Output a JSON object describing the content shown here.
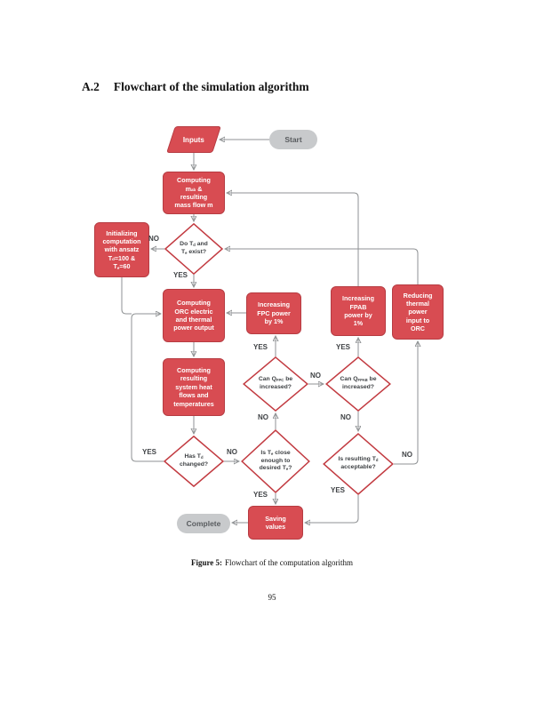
{
  "page": {
    "heading_number": "A.2",
    "heading_title": "Flowchart of the simulation algorithm",
    "caption_label": "Figure 5:",
    "caption_text": "Flowchart of the computation algorithm",
    "page_number": "95"
  },
  "labels": {
    "yes": "YES",
    "no": "NO"
  },
  "colors": {
    "node_red": "#d84c52",
    "node_border": "#b63c42",
    "diamond_border": "#c23b41",
    "terminator_gray": "#c8cacc",
    "connector": "#8f9294",
    "arrowhead": "#3b3e41",
    "label_text": "#3f4245"
  },
  "flowchart": {
    "nodes": {
      "start": {
        "label": "Start"
      },
      "inputs": {
        "label": "Inputs"
      },
      "complete": {
        "label": "Complete"
      },
      "computing_m": {
        "segments": [
          {
            "t": "Computing"
          },
          {
            "br": 1
          },
          {
            "t": "m"
          },
          {
            "s": "ab"
          },
          {
            "t": " &"
          },
          {
            "br": 1
          },
          {
            "t": "resulting"
          },
          {
            "br": 1
          },
          {
            "t": "mass flow m"
          }
        ]
      },
      "do_exist": {
        "segments": [
          {
            "t": "Do T"
          },
          {
            "s": "d"
          },
          {
            "t": " and"
          },
          {
            "br": 1
          },
          {
            "t": "T"
          },
          {
            "s": "e"
          },
          {
            "t": " exist?"
          }
        ]
      },
      "init": {
        "segments": [
          {
            "t": "Initializing"
          },
          {
            "br": 1
          },
          {
            "t": "computation"
          },
          {
            "br": 1
          },
          {
            "t": "with ansatz"
          },
          {
            "br": 1
          },
          {
            "t": "T"
          },
          {
            "s": "d"
          },
          {
            "t": "=100 &"
          },
          {
            "br": 1
          },
          {
            "t": "T"
          },
          {
            "s": "e"
          },
          {
            "t": "=60"
          }
        ]
      },
      "orc": {
        "segments": [
          {
            "t": "Computing"
          },
          {
            "br": 1
          },
          {
            "t": "ORC electric"
          },
          {
            "br": 1
          },
          {
            "t": "and thermal"
          },
          {
            "br": 1
          },
          {
            "t": "power output"
          }
        ]
      },
      "fpc": {
        "segments": [
          {
            "t": "Increasing"
          },
          {
            "br": 1
          },
          {
            "t": "FPC power"
          },
          {
            "br": 1
          },
          {
            "t": "by 1%"
          }
        ]
      },
      "fpab": {
        "segments": [
          {
            "t": "Increasing"
          },
          {
            "br": 1
          },
          {
            "t": "FPAB"
          },
          {
            "br": 1
          },
          {
            "t": "power by"
          },
          {
            "br": 1
          },
          {
            "t": "1%"
          }
        ]
      },
      "reduce": {
        "segments": [
          {
            "t": "Reducing"
          },
          {
            "br": 1
          },
          {
            "t": "thermal"
          },
          {
            "br": 1
          },
          {
            "t": "power"
          },
          {
            "br": 1
          },
          {
            "t": "input to"
          },
          {
            "br": 1
          },
          {
            "t": "ORC"
          }
        ]
      },
      "heat": {
        "segments": [
          {
            "t": "Computing"
          },
          {
            "br": 1
          },
          {
            "t": "resulting"
          },
          {
            "br": 1
          },
          {
            "t": "system heat"
          },
          {
            "br": 1
          },
          {
            "t": "flows and"
          },
          {
            "br": 1
          },
          {
            "t": "temperatures"
          }
        ]
      },
      "qfpc": {
        "segments": [
          {
            "t": "Can Q"
          },
          {
            "s": "FPC"
          },
          {
            "t": " be"
          },
          {
            "br": 1
          },
          {
            "t": "increased?"
          }
        ]
      },
      "qfpab": {
        "segments": [
          {
            "t": "Can Q"
          },
          {
            "s": "FPAB"
          },
          {
            "t": " be"
          },
          {
            "br": 1
          },
          {
            "t": "increased?"
          }
        ]
      },
      "hastd": {
        "segments": [
          {
            "t": "Has T"
          },
          {
            "s": "d"
          },
          {
            "br": 1
          },
          {
            "t": "changed?"
          }
        ]
      },
      "iste": {
        "segments": [
          {
            "t": "Is T"
          },
          {
            "s": "e"
          },
          {
            "t": " close"
          },
          {
            "br": 1
          },
          {
            "t": "enough to"
          },
          {
            "br": 1
          },
          {
            "t": "desired T"
          },
          {
            "s": "e"
          },
          {
            "t": "?"
          }
        ]
      },
      "resulting": {
        "segments": [
          {
            "t": "Is resulting T"
          },
          {
            "s": "d"
          },
          {
            "br": 1
          },
          {
            "t": "acceptable?"
          }
        ]
      },
      "saving": {
        "segments": [
          {
            "t": "Saving"
          },
          {
            "br": 1
          },
          {
            "t": "values"
          }
        ]
      }
    }
  }
}
